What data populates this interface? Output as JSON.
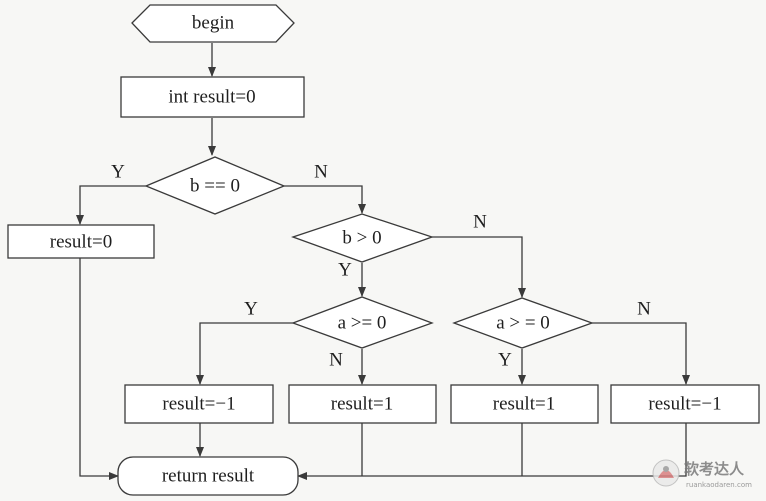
{
  "nodes": {
    "begin": "begin",
    "init": "int result=0",
    "cond_b_eq_0": "b == 0",
    "result_zero": "result=0",
    "cond_b_gt_0": "b > 0",
    "cond_left_a_ge_0": "a >= 0",
    "cond_right_a_gt_0": "a > = 0",
    "result_neg1_left": "result=−1",
    "result_pos1_left": "result=1",
    "result_pos1_right": "result=1",
    "result_neg1_right": "result=−1",
    "return": "return result"
  },
  "edge_labels": {
    "b_eq_0_yes": "Y",
    "b_eq_0_no": "N",
    "b_gt_0_yes": "Y",
    "b_gt_0_no": "N",
    "left_a_yes": "Y",
    "left_a_no": "N",
    "right_a_yes": "Y",
    "right_a_no": "N"
  },
  "watermark": {
    "text": "软考达人",
    "url": "ruankaodaren.com"
  }
}
